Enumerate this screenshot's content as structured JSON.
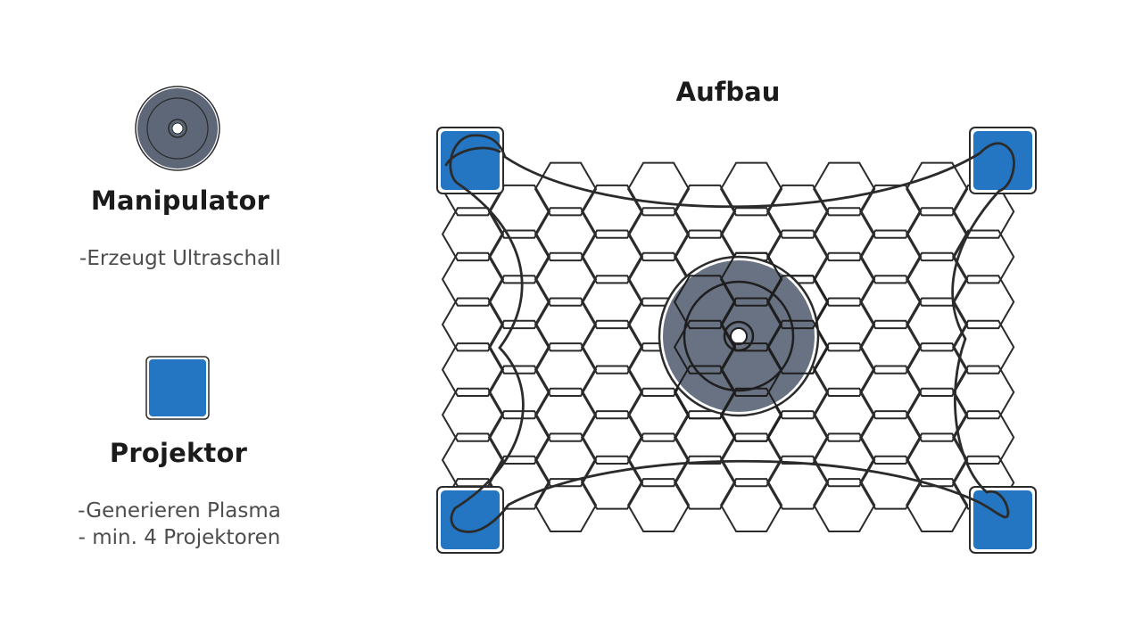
{
  "legend": {
    "manipulator": {
      "title": "Manipulator",
      "description": "-Erzeugt Ultraschall",
      "icon": "manipulator-disc-icon"
    },
    "projector": {
      "title": "Projektor",
      "description_lines": [
        "-Generieren Plasma",
        "- min. 4 Projektoren"
      ],
      "icon": "projector-square-icon"
    }
  },
  "diagram": {
    "title": "Aufbau",
    "components": [
      "projector-top-left",
      "projector-top-right",
      "projector-bottom-left",
      "projector-bottom-right",
      "manipulator-center",
      "hexagon-grid",
      "plasma-boundary"
    ]
  },
  "colors": {
    "projector_blue": "#2476c3",
    "manipulator_gray": "#5d6778",
    "outline": "#2b2b2b",
    "title_text": "#1b1b1b",
    "body_text": "#4d4d4d"
  }
}
